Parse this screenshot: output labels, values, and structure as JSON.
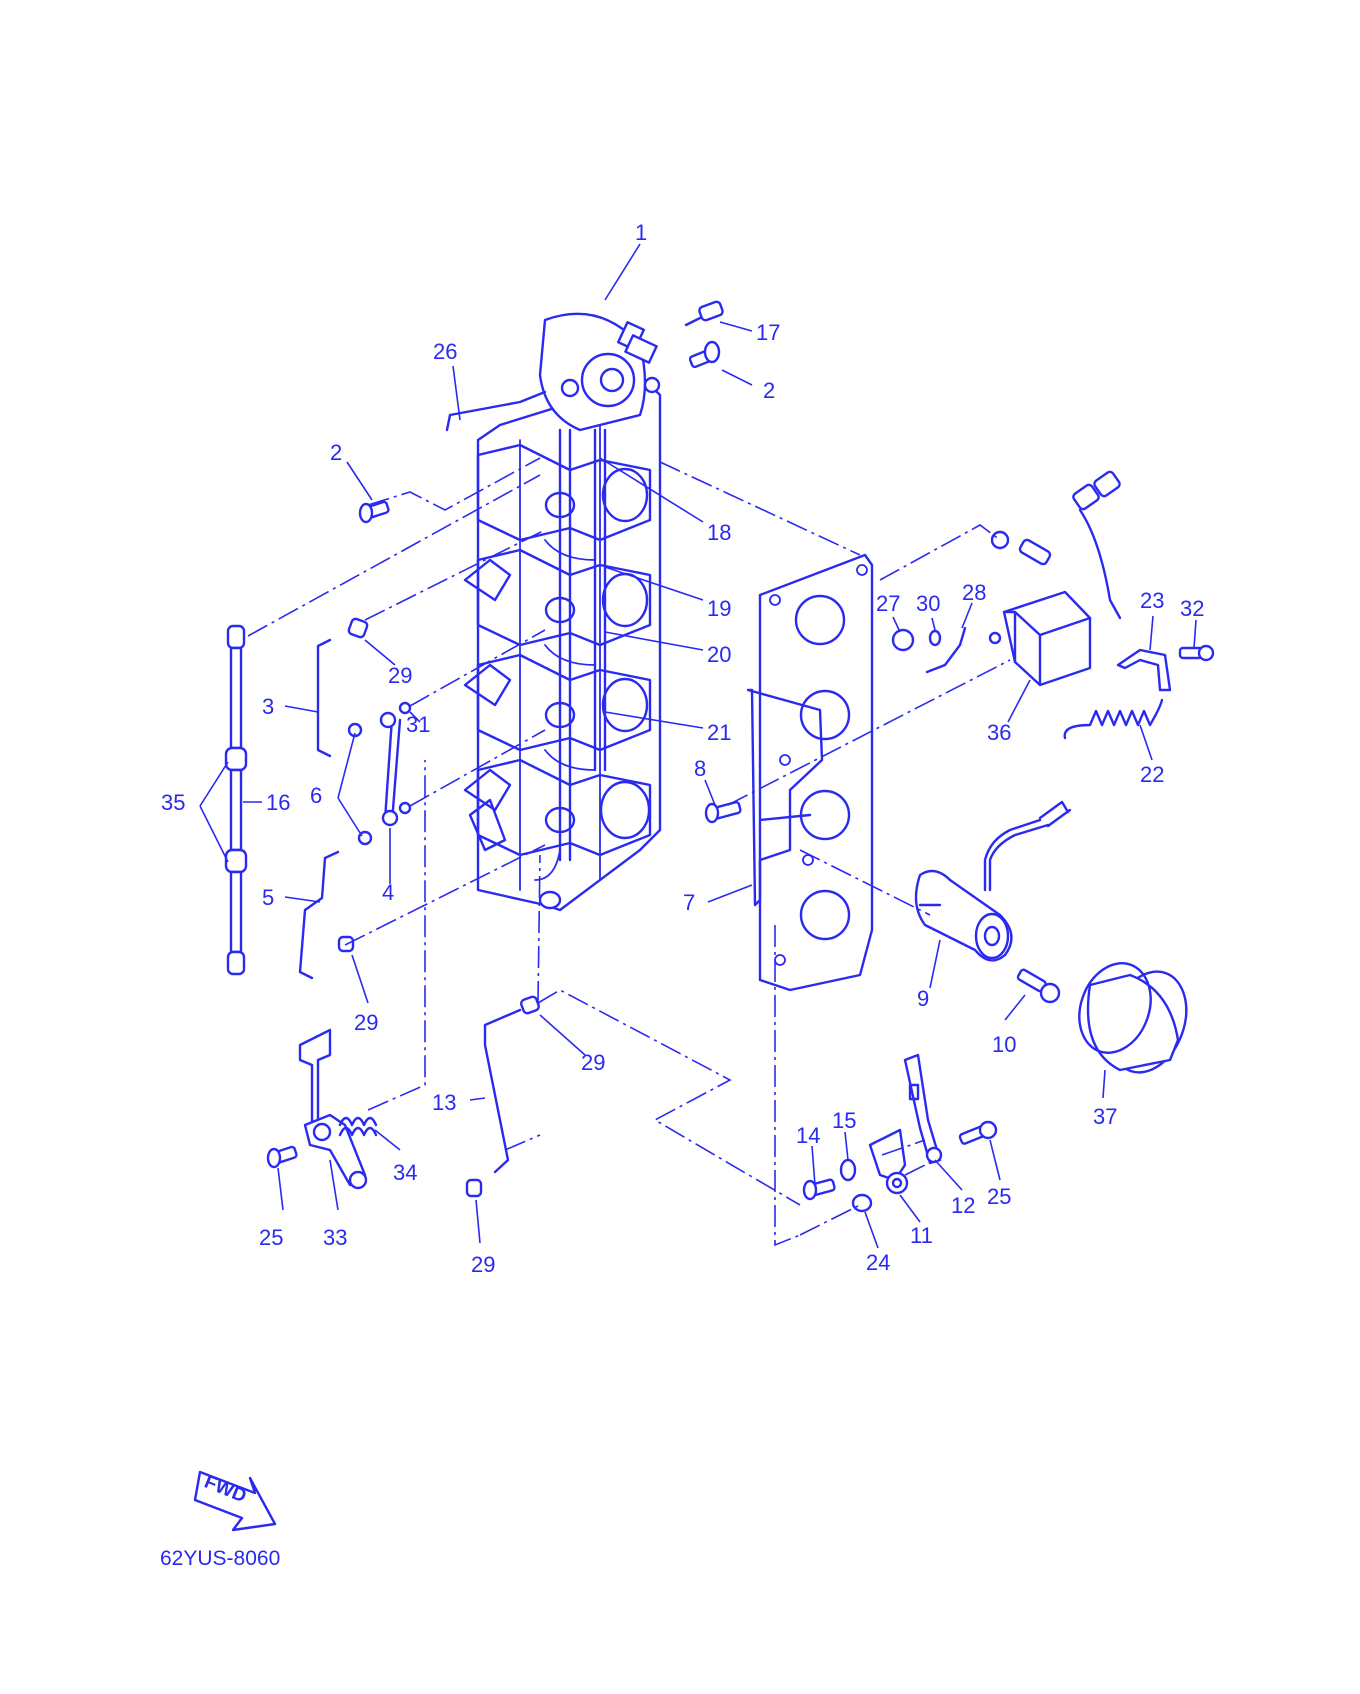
{
  "diagram": {
    "part_labels": [
      {
        "key": "1",
        "text": "1"
      },
      {
        "key": "2a",
        "text": "2"
      },
      {
        "key": "2b",
        "text": "2"
      },
      {
        "key": "3",
        "text": "3"
      },
      {
        "key": "4",
        "text": "4"
      },
      {
        "key": "5",
        "text": "5"
      },
      {
        "key": "6",
        "text": "6"
      },
      {
        "key": "7",
        "text": "7"
      },
      {
        "key": "8",
        "text": "8"
      },
      {
        "key": "9",
        "text": "9"
      },
      {
        "key": "10",
        "text": "10"
      },
      {
        "key": "11",
        "text": "11"
      },
      {
        "key": "12",
        "text": "12"
      },
      {
        "key": "13",
        "text": "13"
      },
      {
        "key": "14",
        "text": "14"
      },
      {
        "key": "15",
        "text": "15"
      },
      {
        "key": "16",
        "text": "16"
      },
      {
        "key": "17",
        "text": "17"
      },
      {
        "key": "18",
        "text": "18"
      },
      {
        "key": "19",
        "text": "19"
      },
      {
        "key": "20",
        "text": "20"
      },
      {
        "key": "21",
        "text": "21"
      },
      {
        "key": "22",
        "text": "22"
      },
      {
        "key": "23",
        "text": "23"
      },
      {
        "key": "24",
        "text": "24"
      },
      {
        "key": "25a",
        "text": "25"
      },
      {
        "key": "25b",
        "text": "25"
      },
      {
        "key": "26",
        "text": "26"
      },
      {
        "key": "27",
        "text": "27"
      },
      {
        "key": "28",
        "text": "28"
      },
      {
        "key": "29a",
        "text": "29"
      },
      {
        "key": "29b",
        "text": "29"
      },
      {
        "key": "29c",
        "text": "29"
      },
      {
        "key": "29d",
        "text": "29"
      },
      {
        "key": "30",
        "text": "30"
      },
      {
        "key": "31",
        "text": "31"
      },
      {
        "key": "32",
        "text": "32"
      },
      {
        "key": "33",
        "text": "33"
      },
      {
        "key": "34",
        "text": "34"
      },
      {
        "key": "35",
        "text": "35"
      },
      {
        "key": "36",
        "text": "36"
      },
      {
        "key": "37",
        "text": "37"
      }
    ],
    "fwd_label": "FWD",
    "diagram_code": "62YUS-8060",
    "line_color": "#2a2af0",
    "background_color": "#ffffff"
  }
}
